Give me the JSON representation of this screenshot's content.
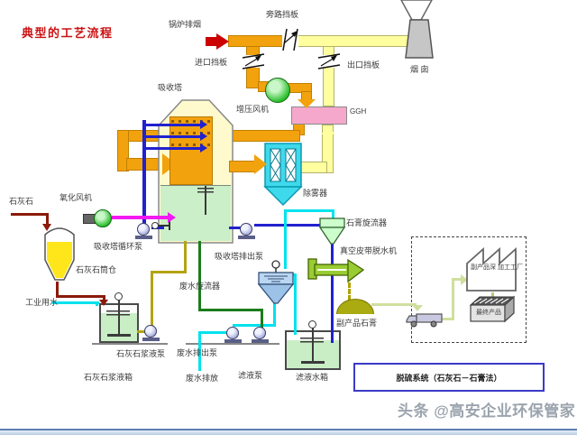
{
  "title": "典型的工艺流程",
  "watermark": "头条 @高安企业环保管家",
  "caption_box": "脱硫系统（石灰石－石膏法）",
  "labels": {
    "boiler_flue": "锅炉排烟",
    "bypass_damper": "旁路挡板",
    "inlet_damper": "进口挡板",
    "outlet_damper": "出口挡板",
    "stack": "烟 囱",
    "booster_fan": "增压风机",
    "ggh": "GGH",
    "absorber": "吸收塔",
    "demister": "除雾器",
    "oxidation_fan": "氧化风机",
    "limestone": "石灰石",
    "limestone_silo": "石灰石筒仓",
    "industrial_water": "工业用水",
    "circulation_pump": "吸收塔循环泵",
    "discharge_pump": "吸收塔排出泵",
    "limestone_slurry_pump": "石灰石浆液泵",
    "limestone_slurry_tank": "石灰石浆液箱",
    "gypsum_cyclone": "石膏旋流器",
    "vacuum_belt": "真空皮带脱水机",
    "byproduct_gypsum": "副产品石膏",
    "wastewater_cyclone": "废水旋流器",
    "wastewater_pump": "废水排出泵",
    "wastewater_discharge": "废水排放",
    "filtrate_pump": "滤液泵",
    "filtrate_tank": "滤液水箱",
    "factory": "副产品深 加工工厂",
    "final_product": "最终产品"
  },
  "colors": {
    "title_red": "#CC1111",
    "raw_gas_duct": "#F2A20D",
    "clean_gas_duct": "#FFFFA0",
    "ggh_pink": "#F5A8CC",
    "demister_cyan": "#3FD9EC",
    "slurry_line_blue": "#2121CE",
    "water_line_cyan": "#00E2EE",
    "oxidation_air_magenta": "#F319F3",
    "filtrate_line_green": "#1B7D1B",
    "limestone_slurry_olive": "#B3A413",
    "limestone_feed_darkred": "#8B1A0A",
    "caption_border_blue": "#3A3AC8"
  }
}
